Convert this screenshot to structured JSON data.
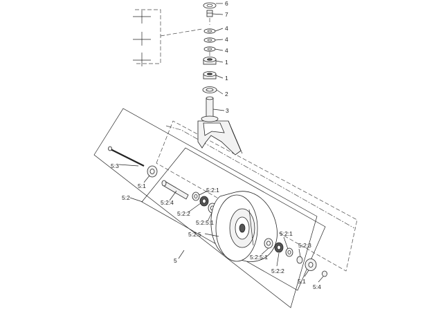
{
  "callouts": {
    "c6": "6",
    "c7": "7",
    "c4a": "4",
    "c4b": "4",
    "c4c": "4",
    "c1a": "1",
    "c1b": "1",
    "c2": "2",
    "c3": "3",
    "c5_3": "5:3",
    "c5_1a": "5:1",
    "c5_2": "5:2",
    "c5_2_4": "5:2:4",
    "c5_2_1a": "5:2:1",
    "c5_2_2a": "5:2:2",
    "c5_2_5_1a": "5:2:5:1",
    "c5_2_5": "5:2:5",
    "c5_2_1b": "5:2:1",
    "c5_2_3": "5:2:3",
    "c5_2_5_1b": "5:2:5:1",
    "c5_2_2b": "5:2:2",
    "c5_1b": "5:1",
    "c5_4": "5:4",
    "c5": "5"
  }
}
